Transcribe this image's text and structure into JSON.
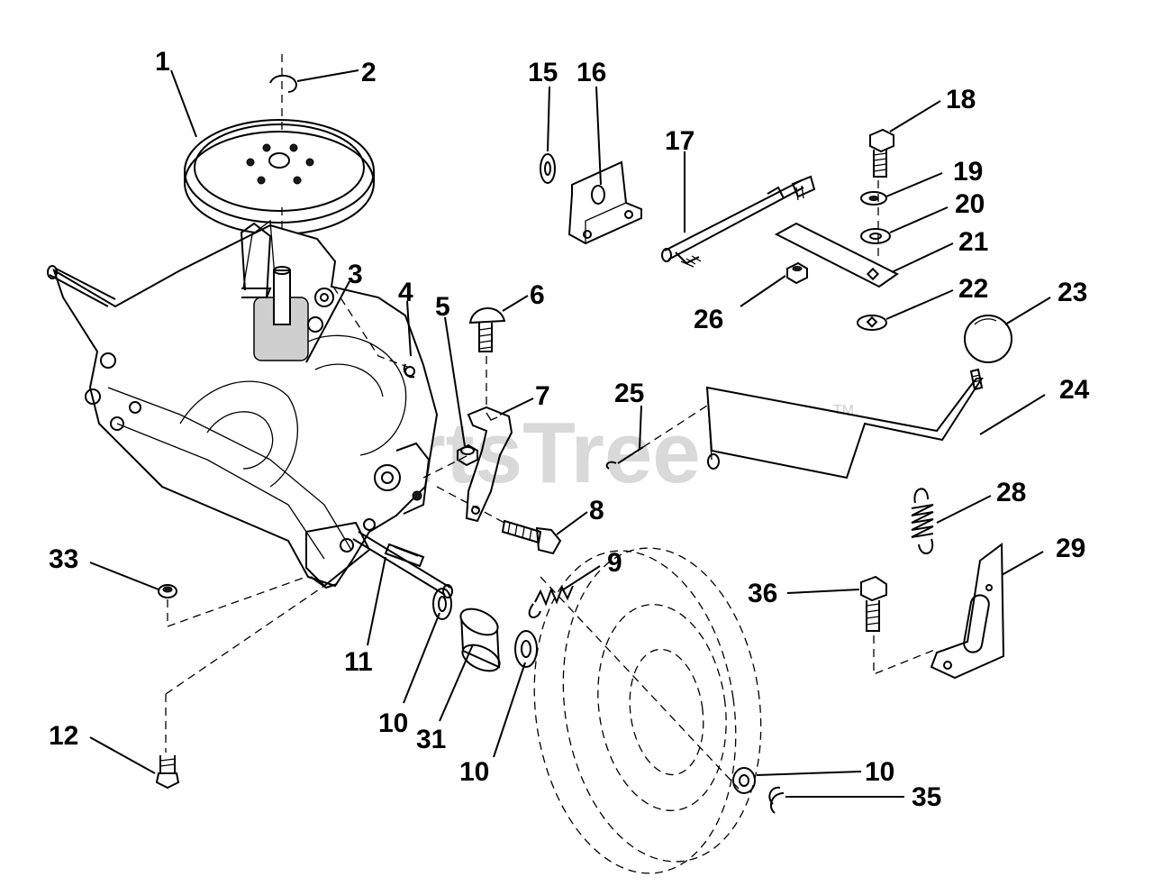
{
  "watermark": {
    "text": "PartsTree",
    "tm": "TM"
  },
  "labels": {
    "p1": "1",
    "p2": "2",
    "p3": "3",
    "p4": "4",
    "p5": "5",
    "p6": "6",
    "p7": "7",
    "p8": "8",
    "p9": "9",
    "p10a": "10",
    "p10b": "10",
    "p10c": "10",
    "p11": "11",
    "p12": "12",
    "p15": "15",
    "p16": "16",
    "p17": "17",
    "p18": "18",
    "p19": "19",
    "p20": "20",
    "p21": "21",
    "p22": "22",
    "p23": "23",
    "p24": "24",
    "p25": "25",
    "p26": "26",
    "p28": "28",
    "p29": "29",
    "p31": "31",
    "p33": "33",
    "p35": "35",
    "p36": "36"
  }
}
